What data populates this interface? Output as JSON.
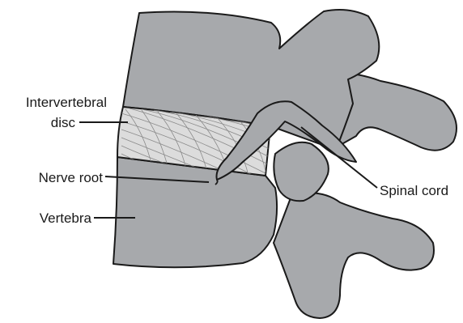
{
  "labels": {
    "intervertebral": "Intervertebral",
    "disc": "disc",
    "nerve_root": "Nerve root",
    "vertebra": "Vertebra",
    "spinal_cord": "Spinal cord"
  },
  "colors": {
    "bone": "#a7a9ac",
    "disc": "#dcdcdc",
    "outline": "#1a1a1a",
    "hatch": "#8a8a8a"
  }
}
